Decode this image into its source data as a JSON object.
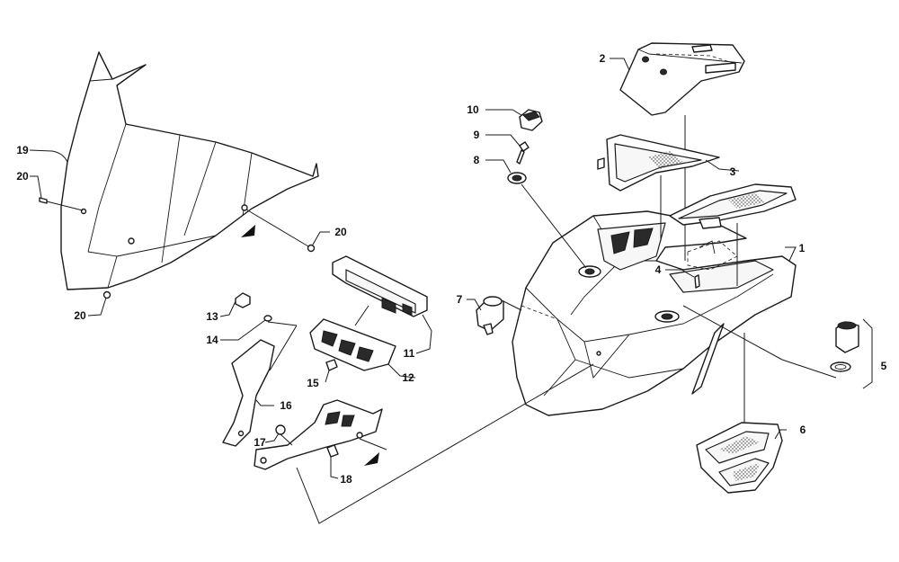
{
  "callouts": [
    {
      "id": "1",
      "label": "1"
    },
    {
      "id": "2",
      "label": "2"
    },
    {
      "id": "3",
      "label": "3"
    },
    {
      "id": "4",
      "label": "4"
    },
    {
      "id": "5",
      "label": "5"
    },
    {
      "id": "6",
      "label": "6"
    },
    {
      "id": "7",
      "label": "7"
    },
    {
      "id": "8",
      "label": "8"
    },
    {
      "id": "9",
      "label": "9"
    },
    {
      "id": "10",
      "label": "10"
    },
    {
      "id": "11",
      "label": "11"
    },
    {
      "id": "12",
      "label": "12"
    },
    {
      "id": "13",
      "label": "13"
    },
    {
      "id": "14",
      "label": "14"
    },
    {
      "id": "15",
      "label": "15"
    },
    {
      "id": "16",
      "label": "16"
    },
    {
      "id": "17",
      "label": "17"
    },
    {
      "id": "18",
      "label": "18"
    },
    {
      "id": "19",
      "label": "19"
    },
    {
      "id": "20a",
      "label": "20"
    },
    {
      "id": "20b",
      "label": "20"
    },
    {
      "id": "20c",
      "label": "20"
    }
  ],
  "colors": {
    "ink": "#1a1a1a",
    "background": "#ffffff"
  }
}
